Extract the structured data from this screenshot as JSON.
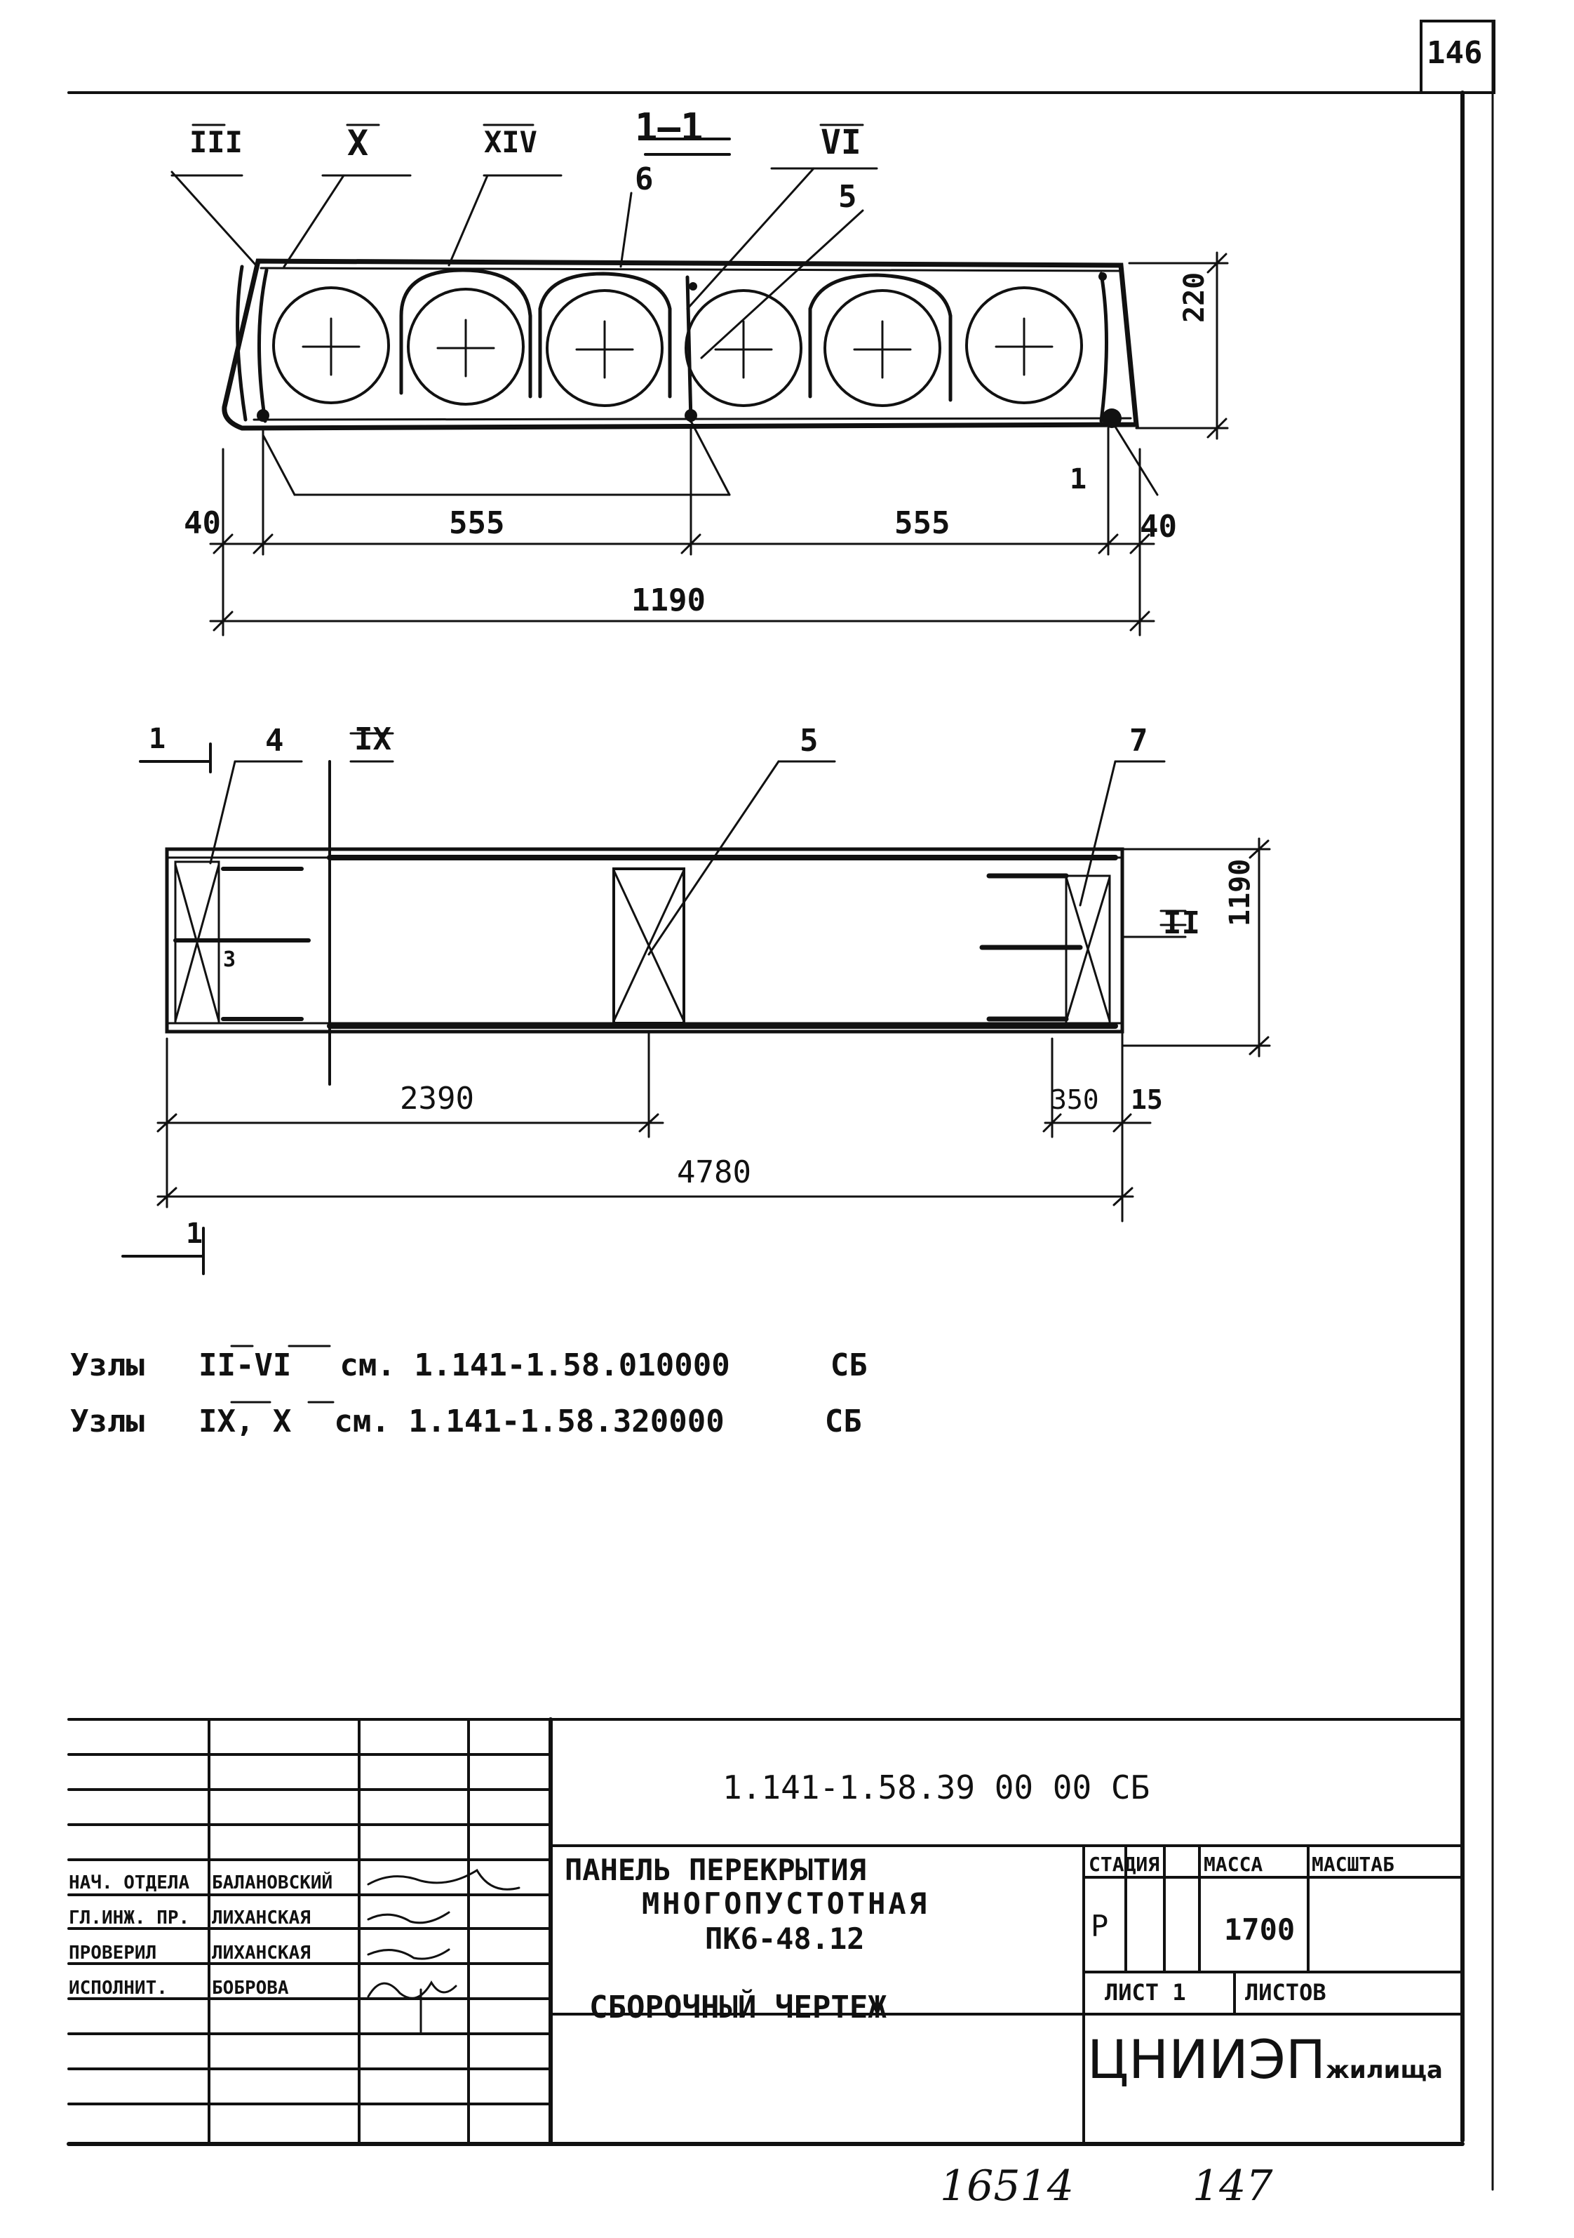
{
  "sheet": {
    "page_number": "146",
    "footer_numbers": [
      "16514",
      "147"
    ]
  },
  "section_view": {
    "section_label": "1—1",
    "node_labels": [
      "III",
      "X",
      "XIV",
      "VI"
    ],
    "position_labels": [
      "6",
      "5",
      "1"
    ],
    "dimensions": {
      "height": "220",
      "left_edge": "40",
      "right_edge": "40",
      "half_left": "555",
      "half_right": "555",
      "total_width": "1190"
    }
  },
  "plan_view": {
    "position_labels": [
      "4",
      "5",
      "7"
    ],
    "node_labels": [
      "IX",
      "II"
    ],
    "section_marks": [
      "1",
      "1"
    ],
    "small_marks": [
      "3"
    ],
    "dimensions": {
      "to_center": "2390",
      "total_length": "4780",
      "right_span": "350",
      "right_edge": "15",
      "width": "1190"
    }
  },
  "notes": [
    {
      "prefix": "Узлы",
      "nodes": "II-VI",
      "ref": "см. 1.141-1.58.010000",
      "suffix": "СБ"
    },
    {
      "prefix": "Узлы",
      "nodes": "IX, X",
      "ref": "см. 1.141-1.58.320000",
      "suffix": "СБ"
    }
  ],
  "title_block": {
    "document_code": "1.141-1.58.39 00 00   СБ",
    "title_lines": [
      "ПАНЕЛЬ ПЕРЕКРЫТИЯ",
      "МНОГОПУСТОТНАЯ",
      "ПК6-48.12"
    ],
    "drawing_type": "СБОРОЧНЫЙ ЧЕРТЕЖ",
    "roles": [
      "НАЧ. ОТДЕЛА",
      "ГЛ.ИНЖ. ПР.",
      "ПРОВЕРИЛ",
      "ИСПОЛНИТ."
    ],
    "names": [
      "БАЛАНОВСКИЙ",
      "ЛИХАНСКАЯ",
      "ЛИХАНСКАЯ",
      "БОБРОВА"
    ],
    "stage_header": "СТАДИЯ",
    "mass_header": "МАССА",
    "scale_header": "МАСШТАБ",
    "stage_value": "Р",
    "mass_value": "1700",
    "sheet_label": "ЛИСТ 1",
    "sheets_label": "ЛИСТОВ",
    "organization_main": "ЦНИИЭП",
    "organization_sub": "жилища"
  }
}
